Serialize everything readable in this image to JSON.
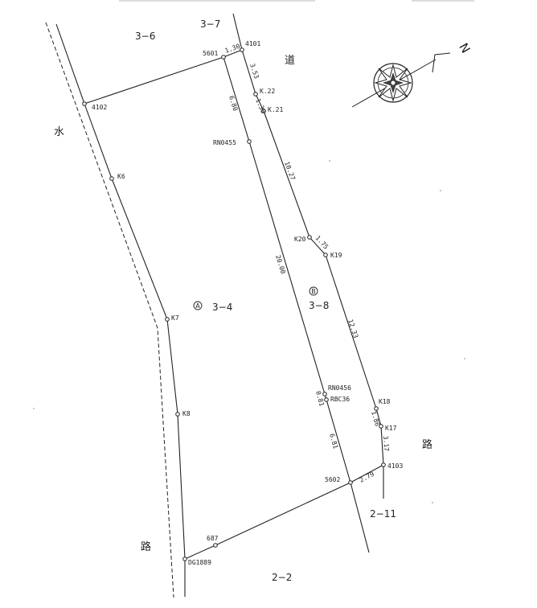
{
  "parcels": {
    "p_3_6": "3−6",
    "p_3_7": "3−7",
    "p_3_4": "3−4",
    "p_3_8": "3−8",
    "p_2_11": "2−11",
    "p_2_2": "2−2",
    "marker_a": "A",
    "marker_b": "B"
  },
  "features": {
    "water": "水",
    "road_top": "道",
    "road_right": "路",
    "road_bottom": "路"
  },
  "points": {
    "p4101": "4101",
    "p5601": "5601",
    "pK22": "K.22",
    "pK21": "K.21",
    "p4102": "4102",
    "pRN0455": "RN0455",
    "pK6": "K6",
    "pK20": "K20",
    "pK19": "K19",
    "pK7": "K7",
    "pRN0456": "RN0456",
    "pRBC36": "RBC36",
    "pK18": "K18",
    "pK8": "K8",
    "pK17": "K17",
    "p4103": "4103",
    "p5602": "5602",
    "p687": "687",
    "pDG1889": "DG1889"
  },
  "distances": {
    "d_5601_4101": "1.30",
    "d_4101_k22": "3.53",
    "d_k22_k21": "1.38",
    "d_5601_rn0455": "6.80",
    "d_k21_k20": "10.27",
    "d_k20_k19": "1.75",
    "d_rn0455_rn0456": "20.00",
    "d_k19_k18": "12.33",
    "d_rn0456_rbc36": "0.81",
    "d_k18_k17": "1.86",
    "d_k17_4103": "3.17",
    "d_rbc36_5602": "6.81",
    "d_5602_4103": "2.79"
  },
  "compass": {
    "north": "N"
  }
}
